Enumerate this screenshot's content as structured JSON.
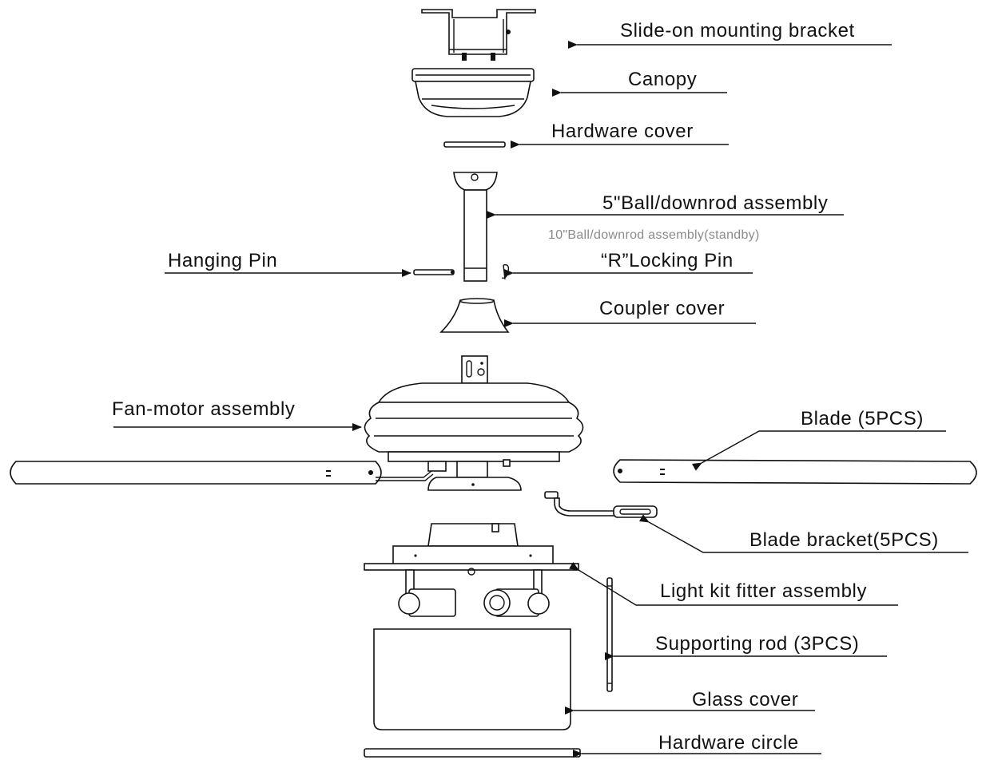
{
  "labels": {
    "mounting_bracket": "Slide-on mounting bracket",
    "canopy": "Canopy",
    "hardware_cover": "Hardware cover",
    "downrod_5": "5\"Ball/downrod assembly",
    "downrod_10": "10\"Ball/downrod assembly(standby)",
    "hanging_pin": "Hanging Pin",
    "locking_pin": "“R”Locking Pin",
    "coupler_cover": "Coupler cover",
    "fan_motor": "Fan-motor assembly",
    "blade": "Blade (5PCS)",
    "blade_bracket": "Blade bracket(5PCS)",
    "light_kit": "Light kit fitter assembly",
    "supporting_rod": "Supporting rod (3PCS)",
    "glass_cover": "Glass cover",
    "hardware_circle": "Hardware circle"
  }
}
